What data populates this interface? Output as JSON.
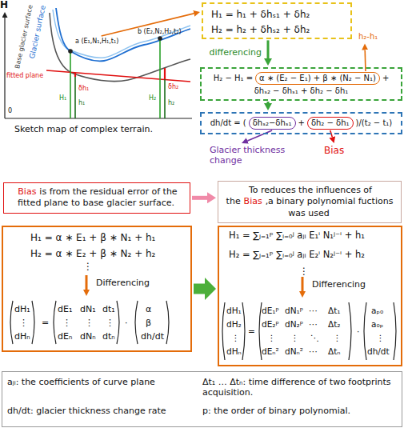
{
  "diagram": {
    "caption": "Sketch map of complex terrain.",
    "nodes": [
      {
        "text": [
          "H₁ = h₁ + δhₛ₁ + δh₂",
          "H₂ = h₂ + δhₛ₂ + δh₂"
        ]
      },
      {
        "text": [
          "H₂ − H₁ =",
          "+",
          "δhₛ₂ − δhₛ₁ + δh₂ − δh₁"
        ]
      },
      {
        "text": [
          "α ∗ (E₂ − E₁) + β ∗ (N₂ − N₁)"
        ],
        "in": 1
      },
      {
        "text": [
          "dh/dt = (",
          "+",
          ")/(t₂ − t₁)"
        ]
      },
      {
        "text": [
          "δhₛ₂−δhₛ₁"
        ],
        "in": 3
      },
      {
        "text": [
          "δh₂ − δh₁"
        ],
        "in": 3
      },
      {
        "text": [
          "Bias",
          "is from the residual error of the fitted plane to base glacier surface."
        ]
      },
      {
        "text": [
          "To reduces the influences of the",
          "Bias",
          ",a binary polynomial fuctions was used"
        ]
      },
      {
        "text": [
          "H₁ = α ∗ E₁ + β ∗ N₁ + h₁",
          "H₂ = α ∗ E₂ + β ∗ N₂ + h₂",
          "⋮",
          "Differencing",
          "dH₁",
          "⋮",
          "dHₙ",
          "=",
          "dE₁",
          "dN₁",
          "dt₁",
          "⋮",
          "⋮",
          "⋮",
          "dEₙ",
          "dNₙ",
          "dtₙ",
          "·",
          "α",
          "β",
          "dh/dt"
        ]
      },
      {
        "text": [
          "H₁ = ∑ⱼ₌₁ᵖ ∑ᵢ₌₀ʲ aⱼᵢ E₁ⁱ N₁ʲ⁻ⁱ + h₁",
          "H₂ = ∑ⱼ₌₁ᵖ ∑ᵢ₌₀ʲ aⱼᵢ E₂ⁱ N₂ʲ⁻ⁱ + h₂",
          "⋮",
          "Differencing",
          "dH₁",
          "dH₂",
          "⋮",
          "dHₙ",
          "=",
          "dE₁ᵖ",
          "dN₁ᵖ",
          "⋯",
          "Δt₁",
          "dE₂ᵖ",
          "dN₂ᵖ",
          "⋯",
          "Δt₂",
          "⋮",
          "⋮",
          "⋱",
          "⋮",
          "dEₙ²",
          "dNₙ²",
          "⋯",
          "Δtₙ",
          "·",
          "aₚ₀",
          "a₀ₚ",
          "⋮",
          "dh/dt"
        ]
      },
      {
        "text": [
          "aⱼᵢ: the coefficients of curve plane",
          "Δt₁ … Δtₙ: time difference of two footprints acquisition.",
          "dh/dt: glacier thickness change rate",
          "p: the order of binary polynomial."
        ]
      }
    ],
    "edges": [
      {
        "from": 0,
        "to": 1,
        "arrow": "to",
        "label": "differencing"
      },
      {
        "from": 1,
        "to": 3,
        "arrow": "to"
      },
      {
        "from": 6,
        "to": 7,
        "arrow": "to"
      },
      {
        "from": 8,
        "to": 9,
        "arrow": "to"
      }
    ],
    "labels": [
      "H",
      "Glacier surface",
      "Base glacier surface",
      "fitted plane",
      "a (E₁,N₁,H₁,t₁)",
      "b (E₂,N₂,H₂,t₂)",
      "δh₁",
      "H₁",
      "h₁",
      "δh₂",
      "H₂",
      "h₂",
      "0",
      "h₂-h₁",
      "Glacier thickness change",
      "Bias"
    ]
  }
}
